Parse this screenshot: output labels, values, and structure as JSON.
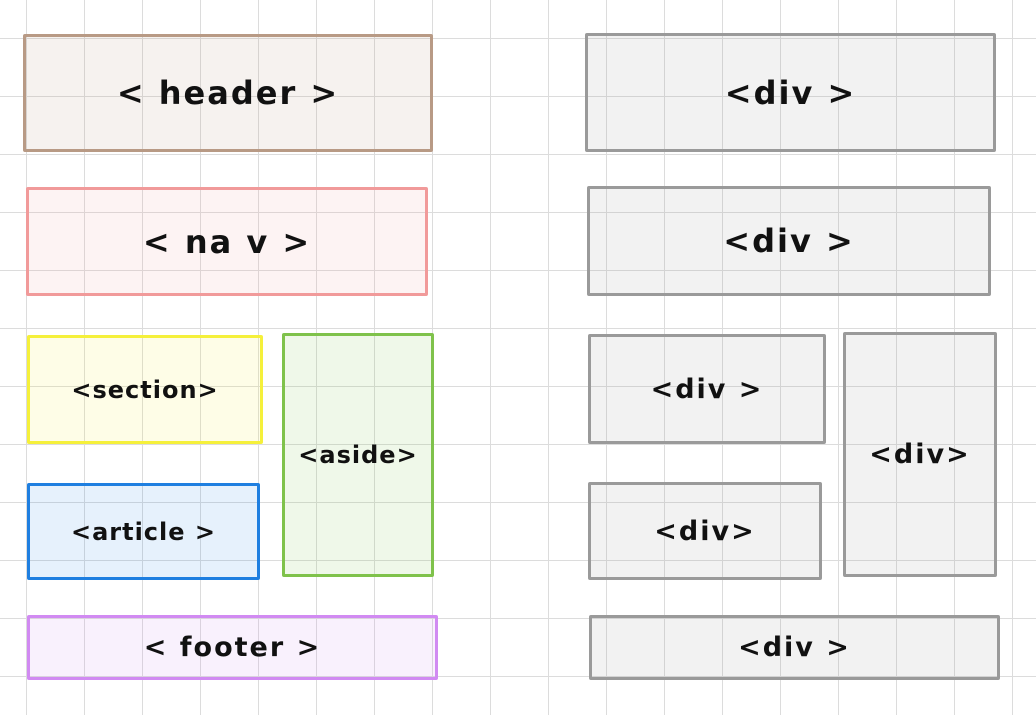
{
  "semantic": {
    "header": "< header >",
    "nav": "< na v >",
    "section": "<section>",
    "aside": "<aside>",
    "article": "<article >",
    "footer": "< footer >"
  },
  "divs": {
    "top": "<div >",
    "second": "<div >",
    "middle_left": "<div >",
    "right_tall": "<div>",
    "lower_left": "<div>",
    "bottom": "<div >"
  },
  "colors": {
    "header": "#b89a85",
    "nav": "#f19a9a",
    "section": "#f5f03a",
    "aside": "#7fc24b",
    "article": "#1f7fe0",
    "footer": "#d18af2",
    "div": "#9a9a9a",
    "grid": "#dcdcdc"
  }
}
